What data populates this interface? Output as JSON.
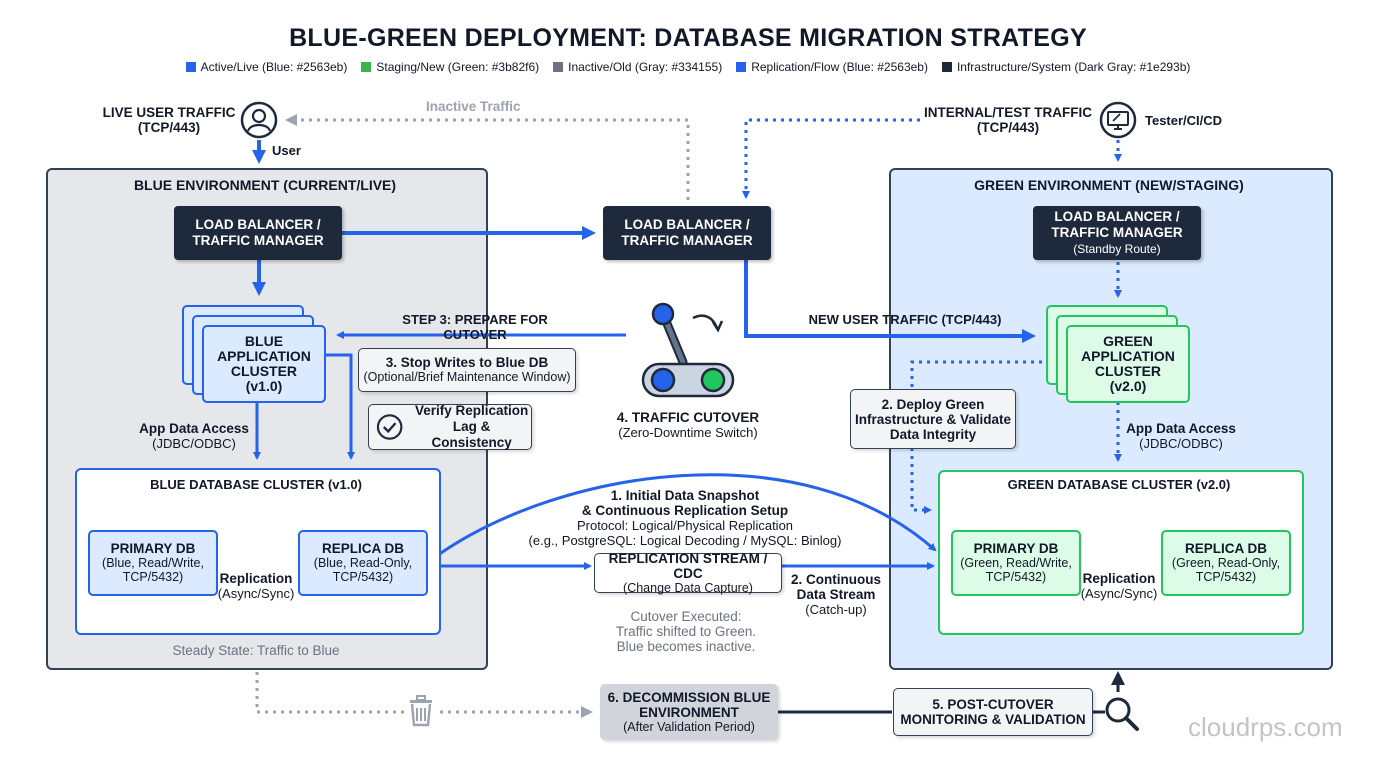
{
  "title": "BLUE-GREEN DEPLOYMENT: DATABASE MIGRATION STRATEGY",
  "legend": [
    {
      "label": "Active/Live (Blue: #2563eb)",
      "color": "#2563eb"
    },
    {
      "label": "Staging/New (Green: #3b82f6)",
      "color": "#3bb54a"
    },
    {
      "label": "Inactive/Old (Gray: #334155)",
      "color": "#6b7280"
    },
    {
      "label": "Replication/Flow (Blue: #2563eb)",
      "color": "#2563eb"
    },
    {
      "label": "Infrastructure/System (Dark Gray: #1e293b)",
      "color": "#1e293b"
    }
  ],
  "colors": {
    "blue": "#2563eb",
    "green": "#22c55e",
    "gray": "#9ca3af",
    "dark": "#1e293b"
  },
  "icons": [
    "user-icon",
    "monitor-icon",
    "lever-switch-icon",
    "checkmark-icon",
    "trash-icon",
    "magnifier-icon"
  ],
  "traffic": {
    "live_title_1": "LIVE USER TRAFFIC",
    "live_title_2": "(TCP/443)",
    "user": "User",
    "inactive": "Inactive Traffic",
    "internal_title_1": "INTERNAL/TEST TRAFFIC",
    "internal_title_2": "(TCP/443)",
    "tester": "Tester/CI/CD"
  },
  "blue_env": {
    "title": "BLUE ENVIRONMENT (CURRENT/LIVE)",
    "lb_1": "LOAD BALANCER /",
    "lb_2": "TRAFFIC MANAGER",
    "app_1": "BLUE",
    "app_2": "APPLICATION",
    "app_3": "CLUSTER",
    "app_4": "(v1.0)",
    "access_1": "App Data Access",
    "access_2": "(JDBC/ODBC)",
    "db_title": "BLUE DATABASE CLUSTER (v1.0)",
    "primary_1": "PRIMARY DB",
    "primary_2": "(Blue, Read/Write,",
    "primary_3": "TCP/5432)",
    "replica_1": "REPLICA DB",
    "replica_2": "(Blue, Read-Only,",
    "replica_3": "TCP/5432)",
    "repl_1": "Replication",
    "repl_2": "(Async/Sync)",
    "footer": "Steady State: Traffic to Blue"
  },
  "center": {
    "lb_1": "LOAD BALANCER /",
    "lb_2": "TRAFFIC MANAGER",
    "step3": "STEP 3: PREPARE FOR CUTOVER",
    "new_traffic": "NEW USER TRAFFIC (TCP/443)",
    "stop_1": "3. Stop Writes to Blue DB",
    "stop_2": "(Optional/Brief Maintenance Window)",
    "verify_1": "Verify Replication",
    "verify_2": "Lag & Consistency",
    "cutover_1": "4. TRAFFIC CUTOVER",
    "cutover_2": "(Zero-Downtime Switch)",
    "deploy_1": "2. Deploy Green",
    "deploy_2": "Infrastructure & Validate",
    "deploy_3": "Data Integrity",
    "snap_1": "1. Initial Data Snapshot",
    "snap_2": "& Continuous Replication Setup",
    "snap_3": "Protocol: Logical/Physical Replication",
    "snap_4": "(e.g., PostgreSQL: Logical Decoding / MySQL: Binlog)",
    "stream_1": "REPLICATION STREAM / CDC",
    "stream_2": "(Change Data Capture)",
    "cont_1": "2. Continuous",
    "cont_2": "Data Stream",
    "cont_3": "(Catch-up)",
    "executed_1": "Cutover Executed:",
    "executed_2": "Traffic shifted to Green.",
    "executed_3": "Blue becomes inactive.",
    "decom_1": "6. DECOMMISSION BLUE",
    "decom_2": "ENVIRONMENT",
    "decom_3": "(After Validation Period)",
    "post_1": "5. POST-CUTOVER",
    "post_2": "MONITORING & VALIDATION"
  },
  "green_env": {
    "title": "GREEN ENVIRONMENT (NEW/STAGING)",
    "lb_1": "LOAD BALANCER /",
    "lb_2": "TRAFFIC MANAGER",
    "lb_3": "(Standby Route)",
    "app_1": "GREEN",
    "app_2": "APPLICATION",
    "app_3": "CLUSTER",
    "app_4": "(v2.0)",
    "access_1": "App Data Access",
    "access_2": "(JDBC/ODBC)",
    "db_title": "GREEN DATABASE CLUSTER (v2.0)",
    "primary_1": "PRIMARY DB",
    "primary_2": "(Green, Read/Write,",
    "primary_3": "TCP/5432)",
    "replica_1": "REPLICA DB",
    "replica_2": "(Green, Read-Only,",
    "replica_3": "TCP/5432)",
    "repl_1": "Replication",
    "repl_2": "(Async/Sync)"
  },
  "watermark": "cloudrps.com"
}
